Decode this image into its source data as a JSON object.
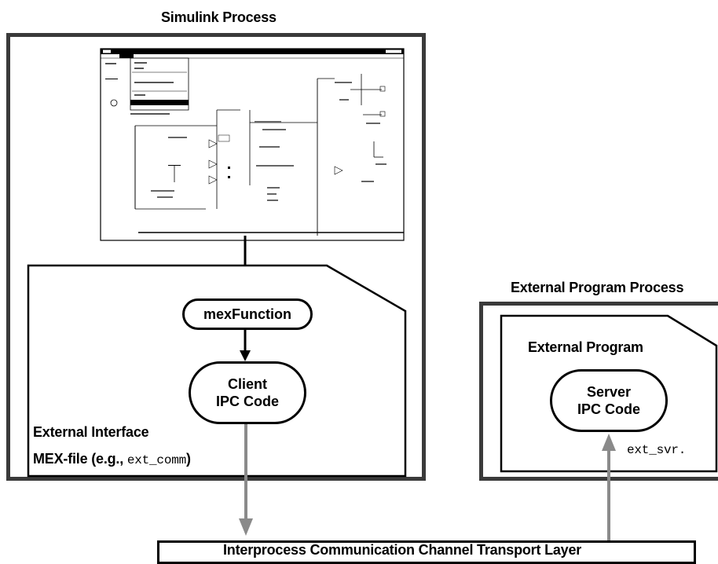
{
  "simulink": {
    "title": "Simulink Process"
  },
  "external_interface": {
    "label_line1": "External Interface",
    "label_line2_prefix": "MEX-file (e.g., ",
    "label_line2_code": "ext_comm",
    "label_line2_suffix": ")",
    "mex_function": "mexFunction",
    "client_line1": "Client",
    "client_line2": "IPC Code"
  },
  "external_process": {
    "title": "External Program Process",
    "program_label": "External Program",
    "server_line1": "Server",
    "server_line2": "IPC Code",
    "code_name": "ext_svr."
  },
  "transport": {
    "label": "Interprocess Communication Channel Transport Layer"
  }
}
